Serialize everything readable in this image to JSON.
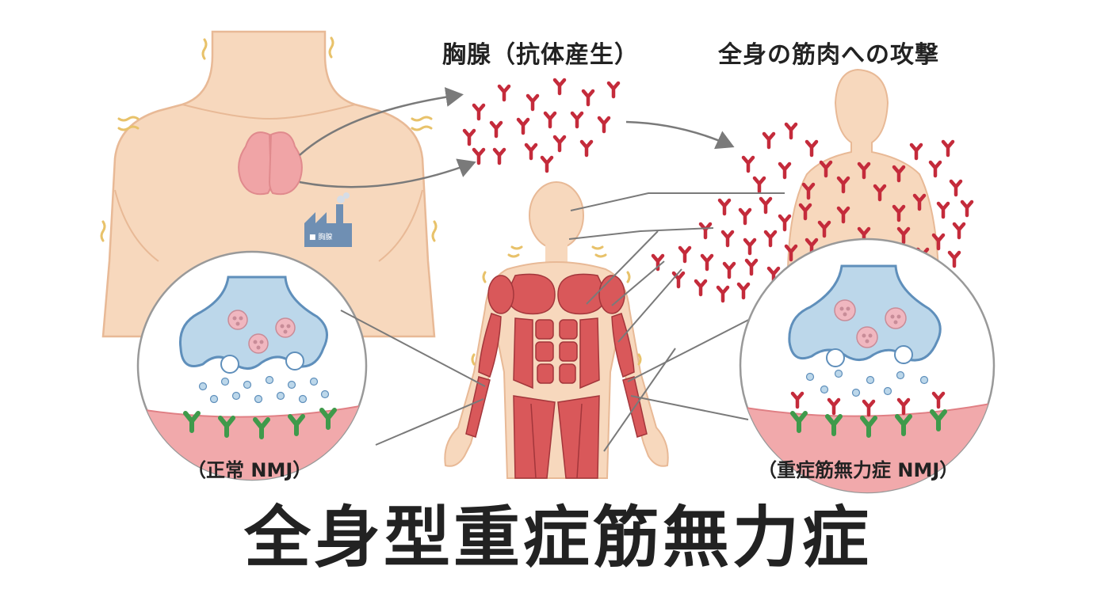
{
  "labels": {
    "thymus_antibody": "胸腺（抗体産生）",
    "systemic_attack": "全身の筋肉への攻撃",
    "normal_nmj": "（正常 NMJ）",
    "mg_nmj": "（重症筋無力症 NMJ）",
    "title": "全身型重症筋無力症",
    "factory_sign": "■ 胸腺"
  },
  "colors": {
    "skin": "#f7d8bd",
    "skin_outline": "#e8b996",
    "thymus": "#f0a4a6",
    "muscle": "#d9585a",
    "antibody_red": "#c42b3b",
    "receptor_green": "#3f9a4b",
    "nerve_blue": "#bcd7ea",
    "vesicle_pink": "#f0b7c0",
    "tissue_pink": "#f1a9ab",
    "arrow_gray": "#7a7a7a",
    "title_text": "#222222",
    "factory_blue": "#6f8fb3",
    "tremor_yellow": "#e8c26a"
  },
  "icons": [
    "factory-icon",
    "antibody-icon",
    "acetylcholine-receptor-icon",
    "synaptic-vesicle-icon",
    "tremor-mark-icon",
    "arrow-icon"
  ]
}
